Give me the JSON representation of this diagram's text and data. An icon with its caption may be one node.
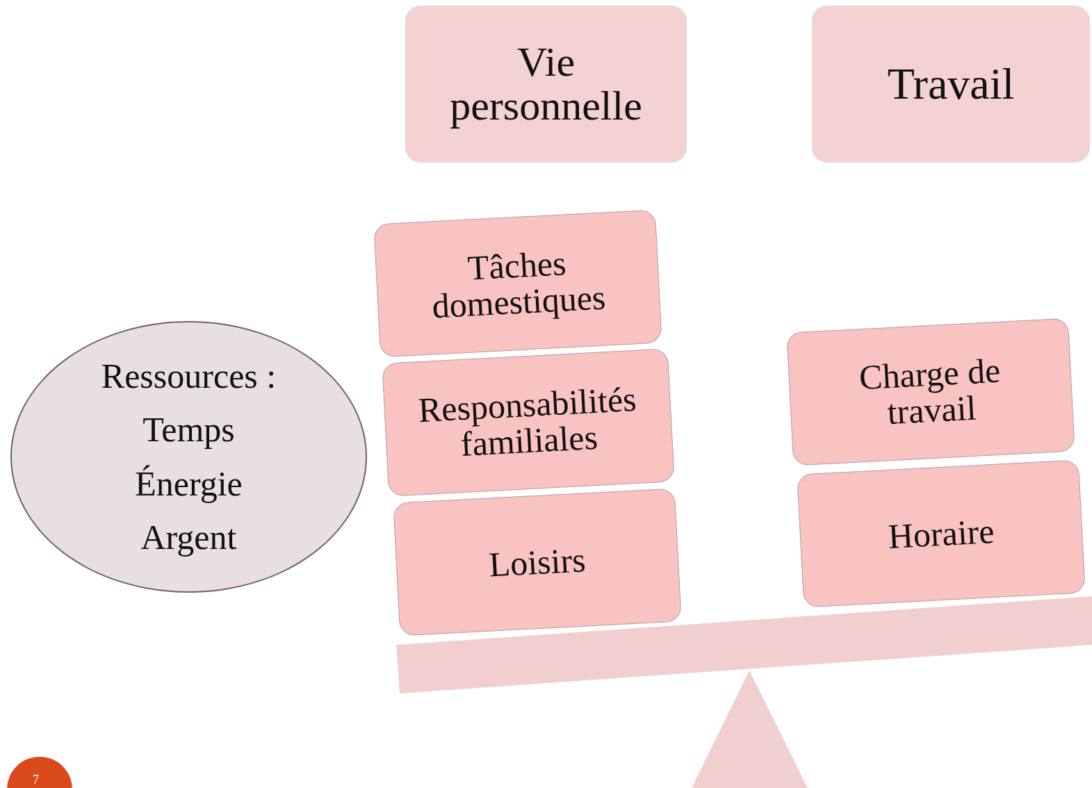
{
  "diagram": {
    "nodes": [
      {
        "text": [
          "Vie personnelle"
        ]
      },
      {
        "text": [
          "Travail"
        ]
      },
      {
        "text": [
          "Tâches domestiques"
        ]
      },
      {
        "text": [
          "Responsabilités familiales"
        ]
      },
      {
        "text": [
          "Loisirs"
        ]
      },
      {
        "text": [
          "Charge de travail"
        ]
      },
      {
        "text": [
          "Horaire"
        ]
      },
      {
        "text": [
          "Ressources :",
          "Temps",
          "Énergie",
          "Argent"
        ]
      }
    ],
    "edges": [],
    "labels": [
      "7"
    ]
  }
}
